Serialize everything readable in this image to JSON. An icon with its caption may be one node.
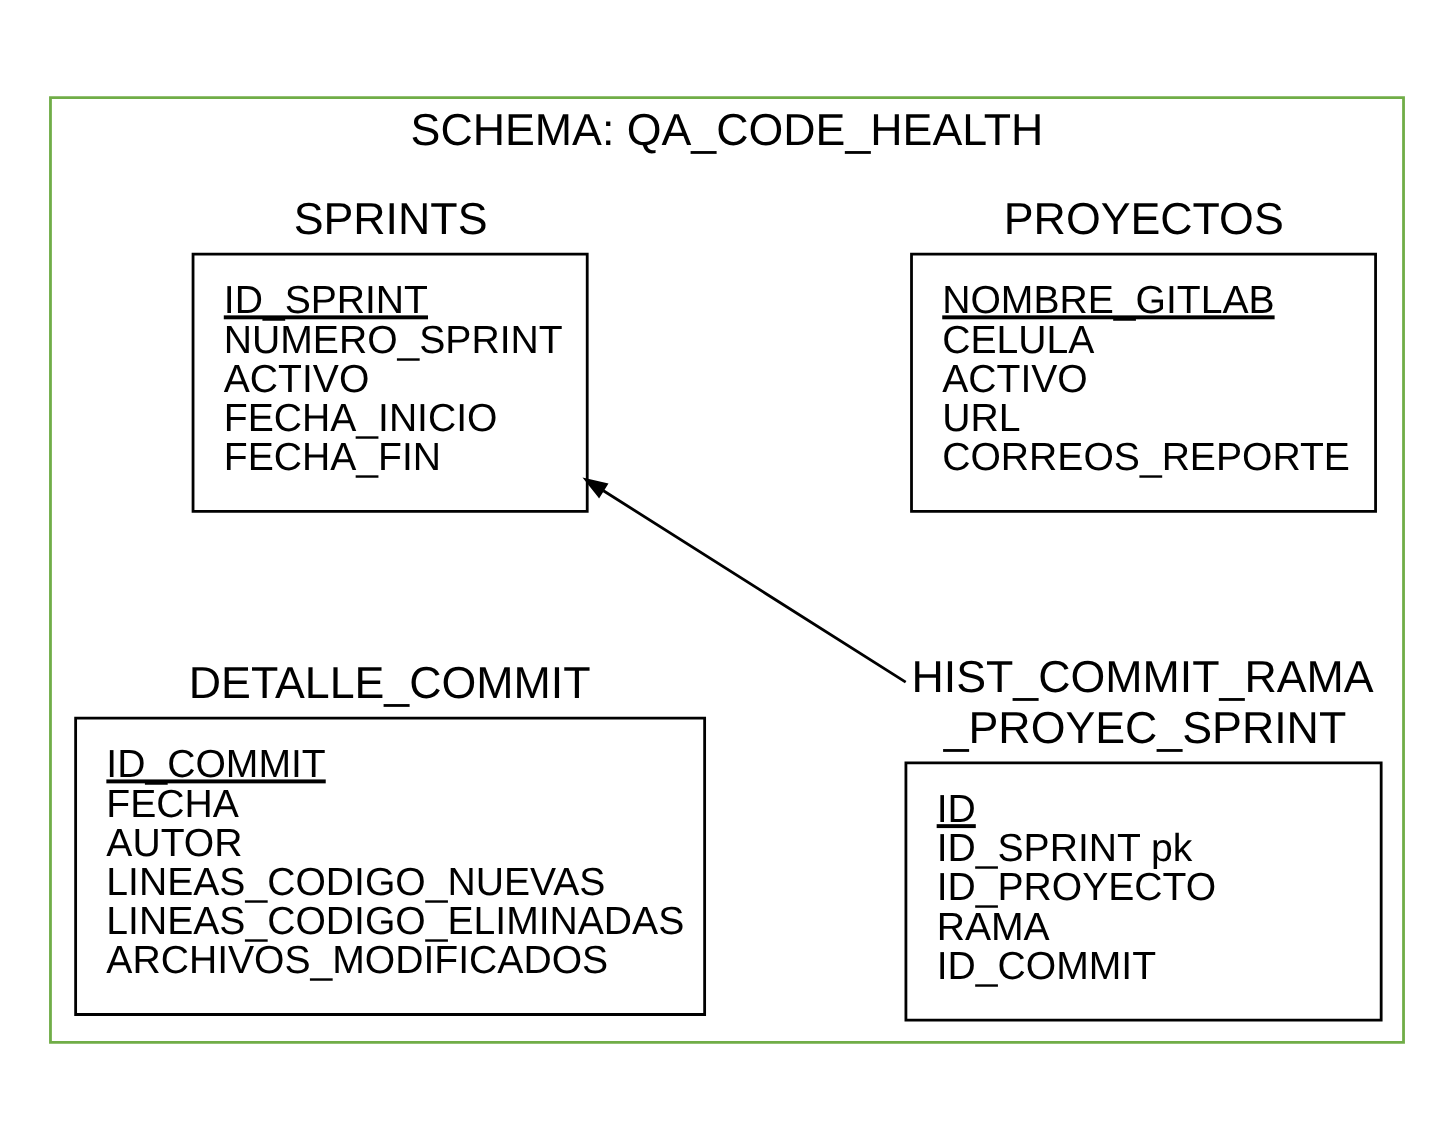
{
  "diagram": {
    "nodes": [
      {
        "text": [
          "SCHEMA: QA_CODE_HEALTH"
        ]
      },
      {
        "text": [
          "PROYECTOS",
          "NOMBRE_GITLAB",
          "CELULA",
          "ACTIVO",
          "URL",
          "CORREOS_REPORTE"
        ],
        "in": 0
      },
      {
        "text": [
          "SPRINTS",
          "ID_SPRINT",
          "NUMERO_SPRINT",
          "ACTIVO",
          "FECHA_INICIO",
          "FECHA_FIN"
        ],
        "in": 0
      },
      {
        "text": [
          "HIST_COMMIT_RAMA _PROYEC_SPRINT",
          "ID",
          "ID_SPRINT pk",
          "ID_PROYECTO",
          "RAMA",
          "ID_COMMIT"
        ],
        "in": 0
      },
      {
        "text": [
          "DETALLE_COMMIT",
          "ID_COMMIT",
          "FECHA",
          "AUTOR",
          "LINEAS_CODIGO_NUEVAS",
          "LINEAS_CODIGO_ELIMINADAS",
          "ARCHIVOS_MODIFICADOS"
        ],
        "in": 0
      }
    ],
    "edges": [
      {
        "from": 3,
        "to": 2,
        "arrow": "to"
      }
    ]
  }
}
